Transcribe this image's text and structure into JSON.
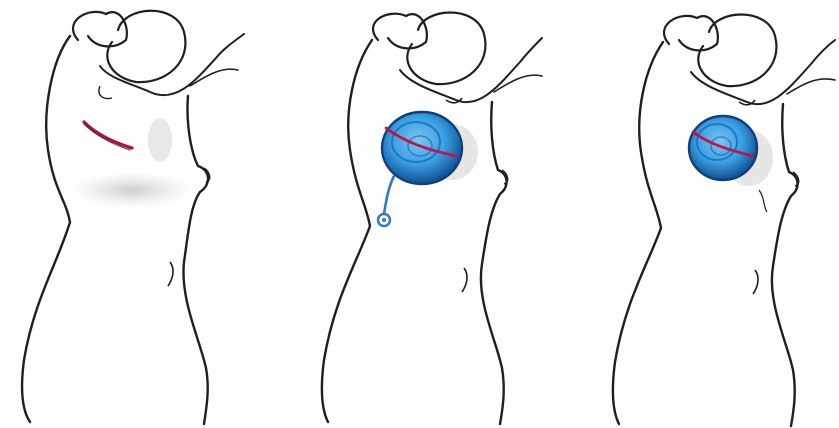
{
  "colors": {
    "outline": "#1f1f1f",
    "incision": "#b0123a",
    "drain": "#2f78c4",
    "expander_fill": "#3aa0e2",
    "expander_dark": "#0f4f92",
    "shading": "#b9b6b3"
  },
  "panels": [
    {
      "figure": "torso-sketch-incision"
    },
    {
      "figure": "torso-sketch-expander-with-port"
    },
    {
      "figure": "torso-sketch-expander"
    }
  ]
}
